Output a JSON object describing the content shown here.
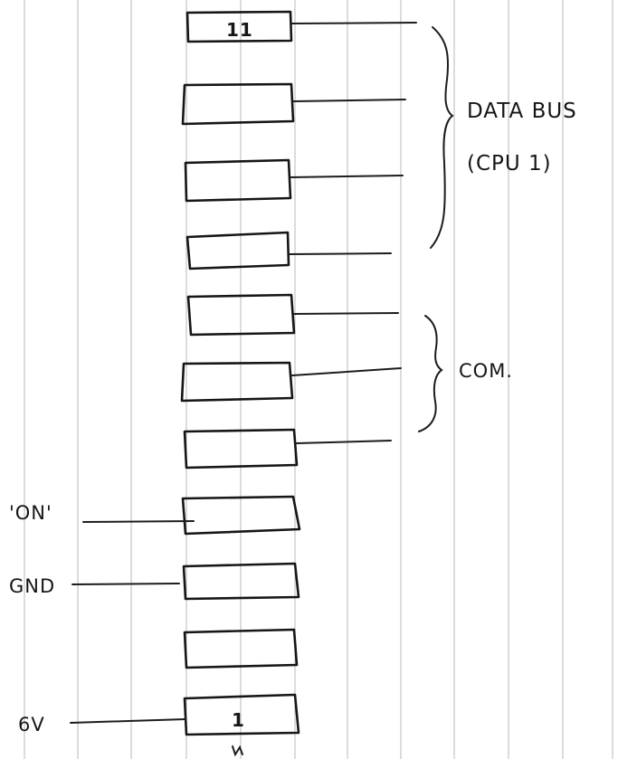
{
  "labels": {
    "data_bus_line1": "DATA BUS",
    "data_bus_line2": "(CPU 1)",
    "com": "COM.",
    "on": "'ON'",
    "gnd": "GND",
    "six_v": "6V"
  },
  "pins": {
    "top_number": "11",
    "bottom_number": "1"
  }
}
